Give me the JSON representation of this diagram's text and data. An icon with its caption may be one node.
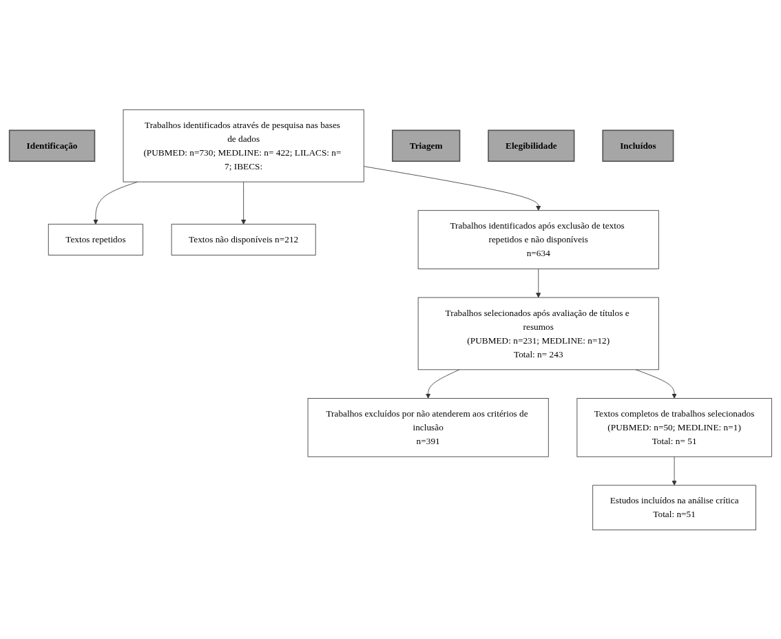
{
  "diagram": {
    "nodes": [
      {
        "text": [
          "Identificação"
        ]
      },
      {
        "text": [
          "Trabalhos identificados através de pesquisa nas bases de dados",
          "(PUBMED: n=730; MEDLINE: n= 422; LILACS: n= 7; IBECS:"
        ]
      },
      {
        "text": [
          "Textos repetidos"
        ]
      },
      {
        "text": [
          "Textos não disponíveis n=212"
        ]
      },
      {
        "text": [
          "Triagem"
        ]
      },
      {
        "text": [
          "Trabalhos identificados após exclusão de textos repetidos e não disponíveis",
          "n=634"
        ]
      },
      {
        "text": [
          "Elegibilidade"
        ]
      },
      {
        "text": [
          "Trabalhos selecionados após avaliação de títulos e resumos",
          "(PUBMED: n=231; MEDLINE: n=12)",
          "Total: n= 243"
        ]
      },
      {
        "text": [
          "Trabalhos excluídos por não atenderem aos critérios de inclusão",
          "n=391"
        ]
      },
      {
        "text": [
          "Incluídos"
        ]
      },
      {
        "text": [
          "Textos completos de trabalhos selecionados",
          "(PUBMED: n=50; MEDLINE: n=1)",
          "Total: n= 51"
        ]
      },
      {
        "text": [
          "Estudos incluídos na análise crítica",
          "Total: n=51"
        ]
      }
    ],
    "edges": [
      {
        "from": 1,
        "to": 2,
        "arrow": "to"
      },
      {
        "from": 1,
        "to": 3,
        "arrow": "to"
      },
      {
        "from": 1,
        "to": 5,
        "arrow": "to"
      },
      {
        "from": 5,
        "to": 7,
        "arrow": "to"
      },
      {
        "from": 7,
        "to": 8,
        "arrow": "to"
      },
      {
        "from": 7,
        "to": 10,
        "arrow": "to"
      },
      {
        "from": 10,
        "to": 11,
        "arrow": "to"
      }
    ]
  }
}
